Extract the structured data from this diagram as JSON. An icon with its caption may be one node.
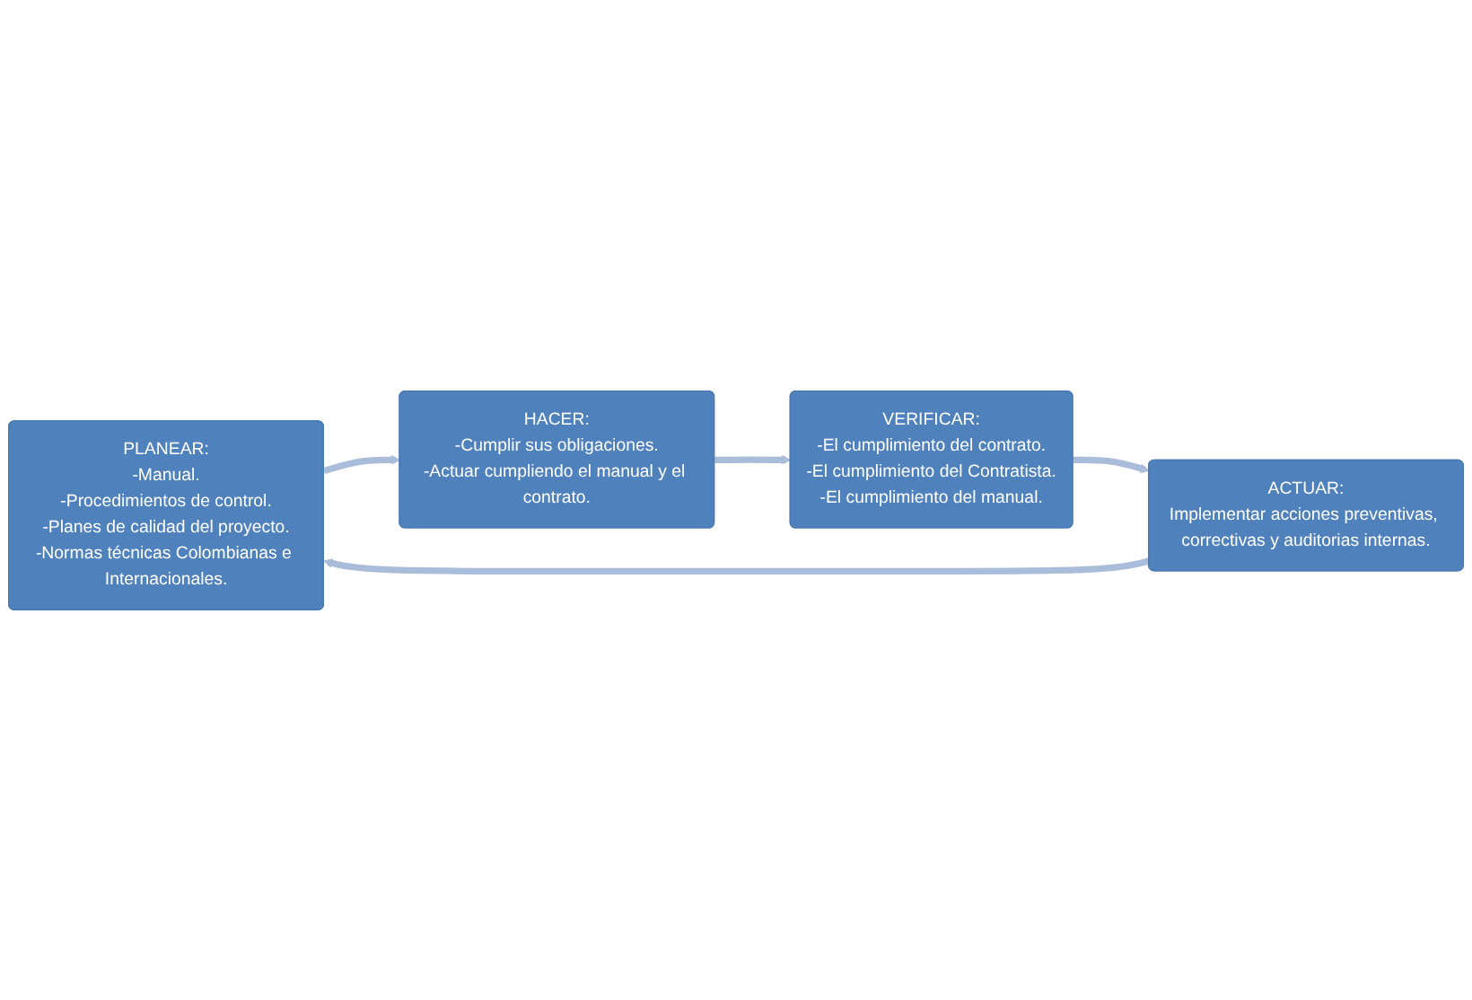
{
  "diagram": {
    "nodes": [
      {
        "text": [
          "PLANEAR:",
          "-Manual.",
          "-Procedimientos de control.",
          "-Planes de calidad del proyecto.",
          "-Normas técnicas Colombianas e Internacionales."
        ]
      },
      {
        "text": [
          "HACER:",
          "-Cumplir sus obligaciones.",
          "-Actuar cumpliendo el manual y el contrato."
        ]
      },
      {
        "text": [
          "VERIFICAR:",
          "-El cumplimiento del contrato.",
          "-El cumplimiento del Contratista.",
          "-El cumplimiento del manual."
        ]
      },
      {
        "text": [
          "ACTUAR:",
          "Implementar acciones preventivas, correctivas y auditorias internas."
        ]
      }
    ],
    "edges": [
      {
        "from": 0,
        "to": 1,
        "arrow": "to"
      },
      {
        "from": 1,
        "to": 2,
        "arrow": "to"
      },
      {
        "from": 2,
        "to": 3,
        "arrow": "to"
      },
      {
        "from": 3,
        "to": 0,
        "arrow": "to"
      }
    ]
  }
}
